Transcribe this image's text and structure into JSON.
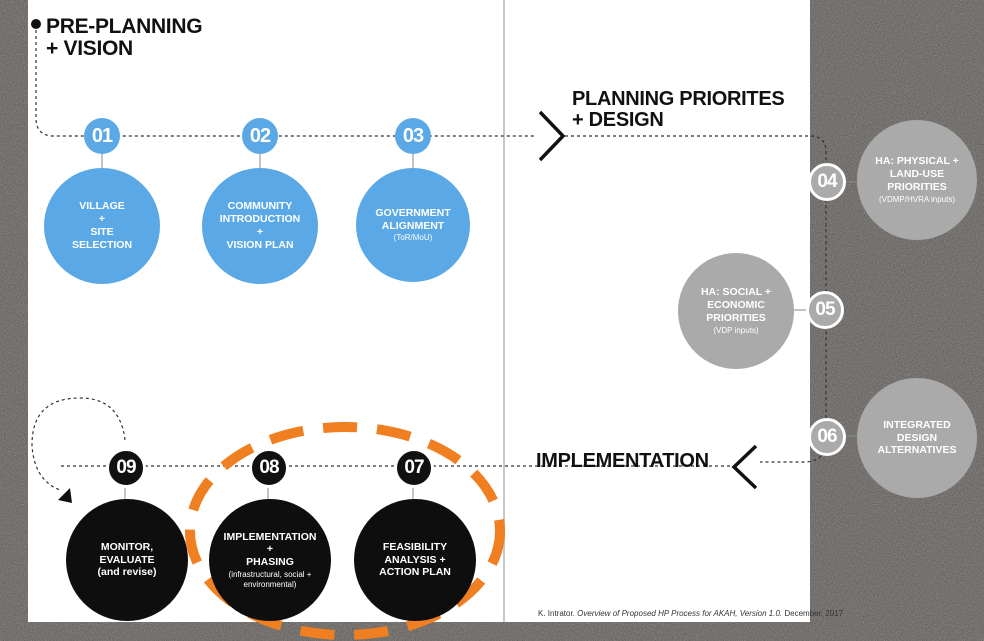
{
  "sections": {
    "pre_planning": [
      "PRE-PLANNING",
      "+ VISION"
    ],
    "planning": [
      "PLANNING PRIORITES",
      "+ DESIGN"
    ],
    "implementation": "IMPLEMENTATION"
  },
  "steps": [
    {
      "num": "01",
      "lines": [
        "VILLAGE",
        "+",
        "SITE",
        "SELECTION"
      ],
      "sub": ""
    },
    {
      "num": "02",
      "lines": [
        "COMMUNITY",
        "INTRODUCTION",
        "+",
        "VISION PLAN"
      ],
      "sub": ""
    },
    {
      "num": "03",
      "lines": [
        "GOVERNMENT",
        "ALIGNMENT"
      ],
      "sub": "(ToR/MoU)"
    },
    {
      "num": "04",
      "lines": [
        "HA: PHYSICAL +",
        "LAND-USE",
        "PRIORITIES"
      ],
      "sub": "(VDMP/HVRA inputs)"
    },
    {
      "num": "05",
      "lines": [
        "HA: SOCIAL +",
        "ECONOMIC",
        "PRIORITIES"
      ],
      "sub": "(VDP inputs)"
    },
    {
      "num": "06",
      "lines": [
        "INTEGRATED",
        "DESIGN",
        "ALTERNATIVES"
      ],
      "sub": ""
    },
    {
      "num": "07",
      "lines": [
        "FEASIBILITY",
        "ANALYSIS +",
        "ACTION PLAN"
      ],
      "sub": ""
    },
    {
      "num": "08",
      "lines": [
        "IMPLEMENTATION",
        "+",
        "PHASING"
      ],
      "sub": "(infrastructural, social + environmental)"
    },
    {
      "num": "09",
      "lines": [
        "MONITOR,",
        "EVALUATE"
      ],
      "sub": "(and revise)"
    }
  ],
  "credit": {
    "author": "K. Intrator.",
    "title": "Overview of Proposed HP Process for AKAH, Version 1.0.",
    "date": "December, 2017"
  },
  "colors": {
    "blue": "#5aa9e6",
    "gray": "#aaaaaa",
    "black": "#0e0e0e",
    "highlight": "#f07f22"
  }
}
